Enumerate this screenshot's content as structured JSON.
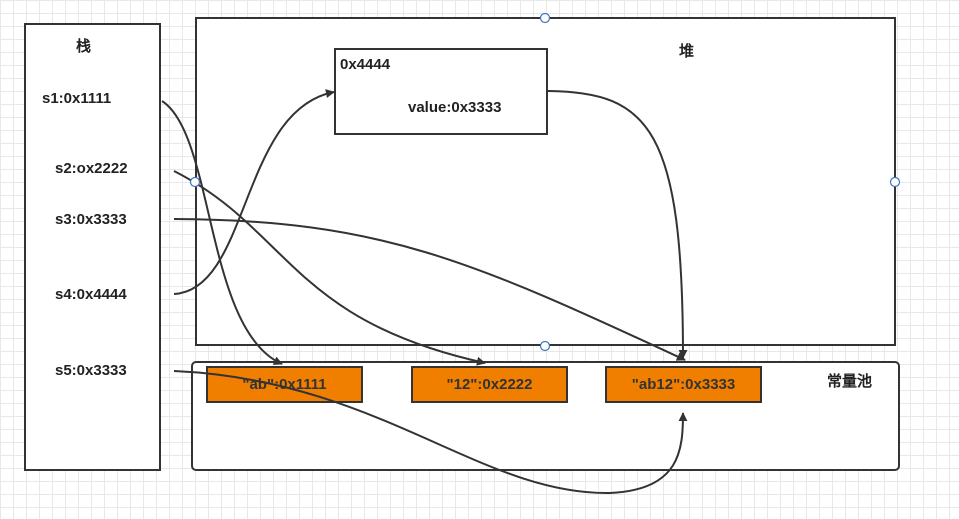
{
  "stack": {
    "title": "栈",
    "vars": [
      "s1:0x1111",
      "s2:ox2222",
      "s3:0x3333",
      "s4:0x4444",
      "s5:0x3333"
    ]
  },
  "heap": {
    "title": "堆",
    "object": {
      "address": "0x4444",
      "field": "value:0x3333"
    }
  },
  "pool": {
    "title": "常量池",
    "items": [
      "\"ab\":0x1111",
      "\"12\":0x2222",
      "\"ab12\":0x3333"
    ],
    "item_color": "#f07f00"
  }
}
